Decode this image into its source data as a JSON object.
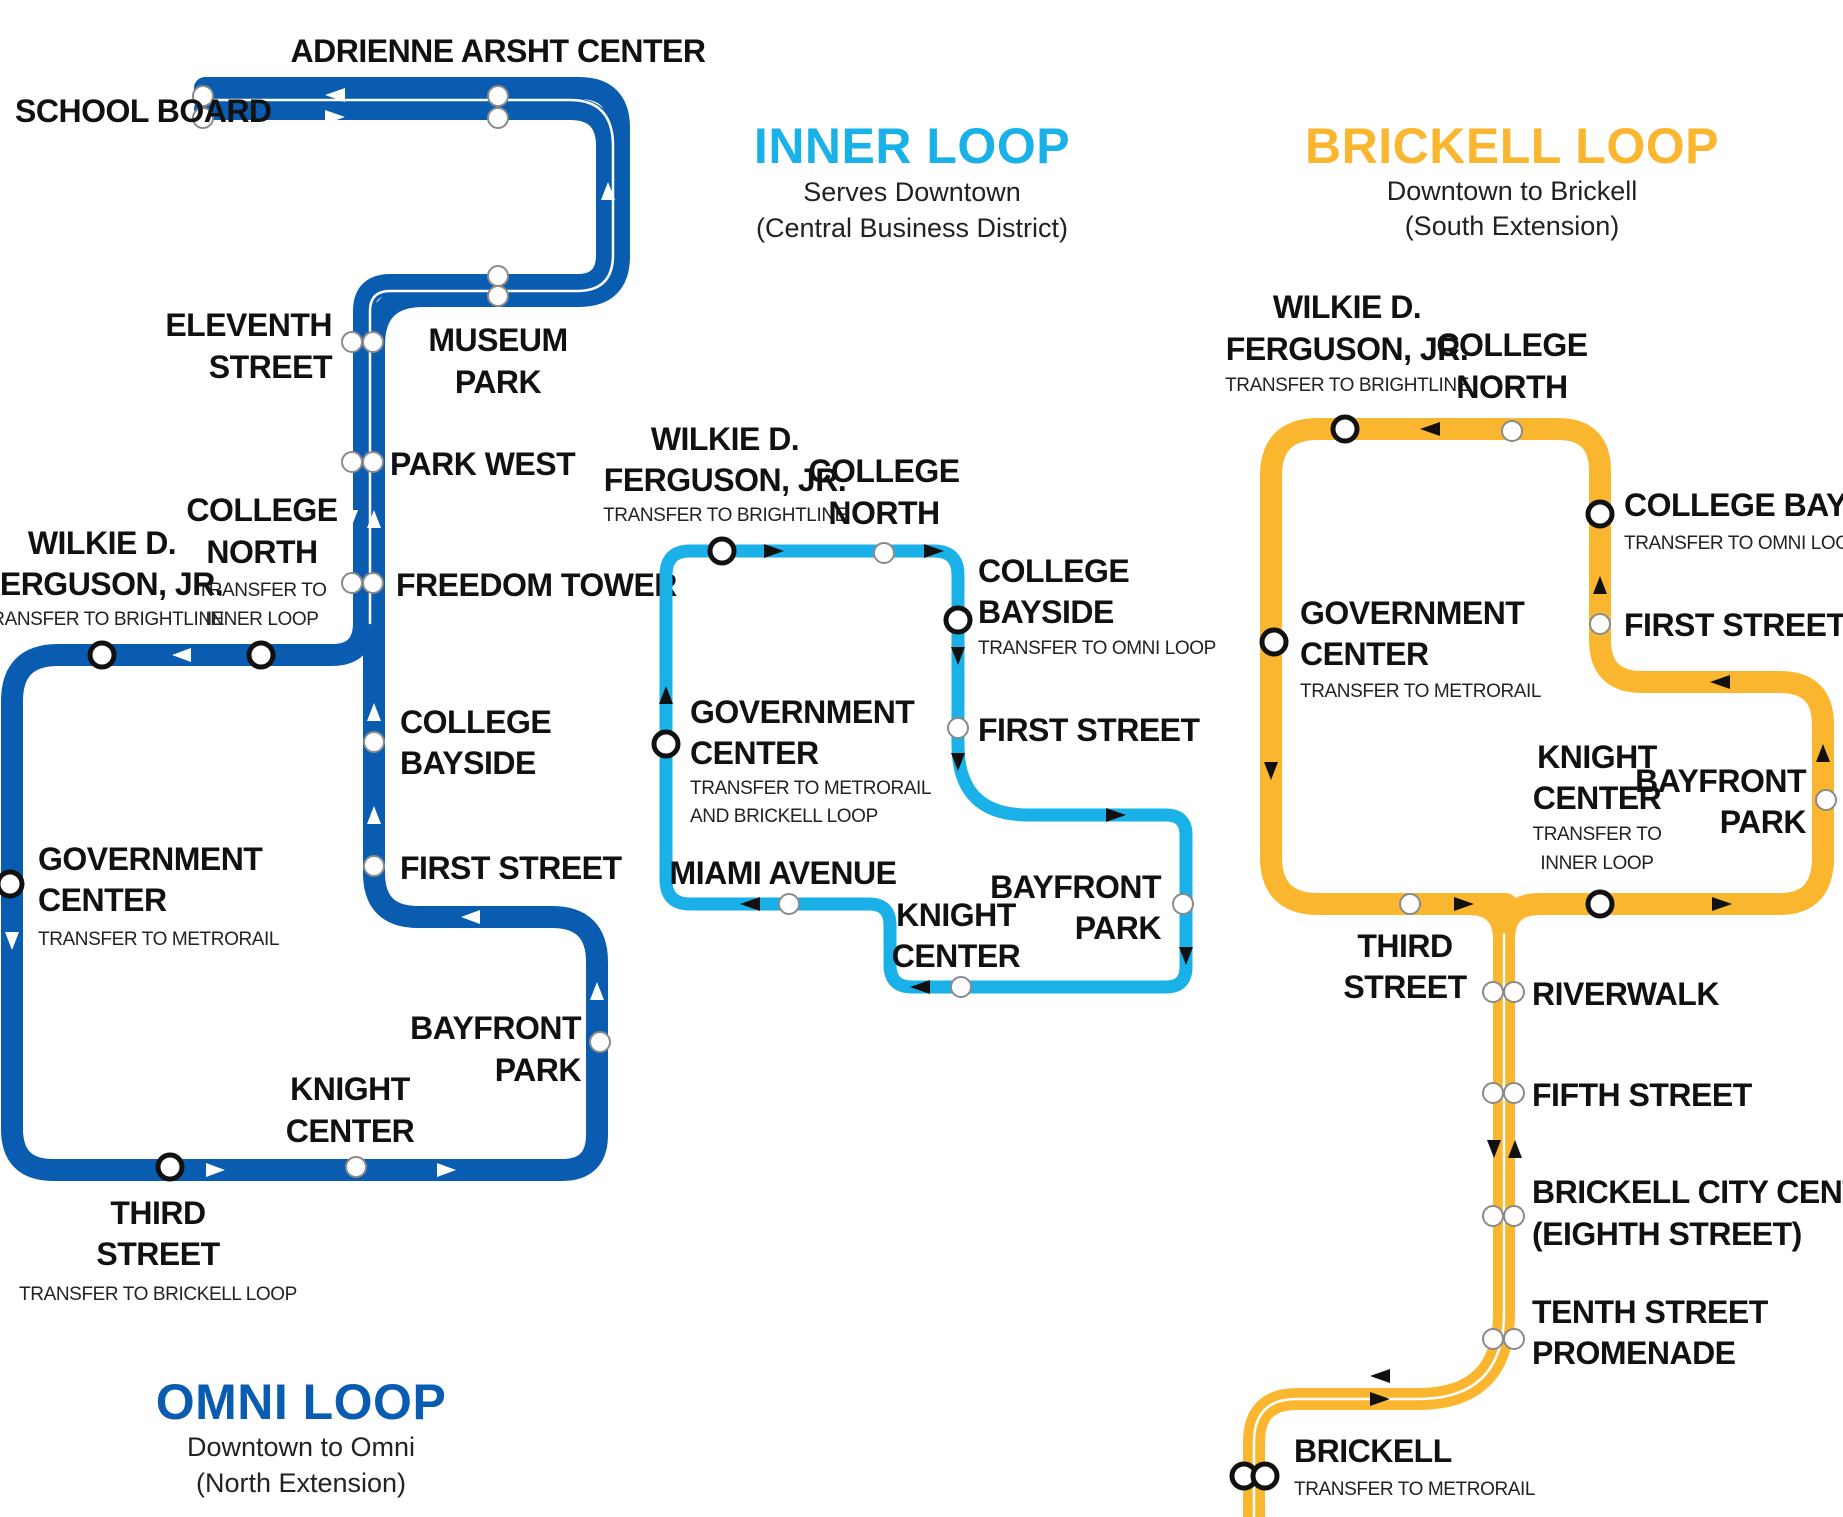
{
  "colors": {
    "omni": "#0a5cb0",
    "inner": "#1ab0e8",
    "brickell": "#fbb62f"
  },
  "titles": {
    "inner": {
      "name": "INNER LOOP",
      "line1": "Serves Downtown",
      "line2": "(Central Business District)"
    },
    "brickell": {
      "name": "BRICKELL LOOP",
      "line1": "Downtown to Brickell",
      "line2": "(South Extension)"
    },
    "omni": {
      "name": "OMNI LOOP",
      "line1": "Downtown to Omni",
      "line2": "(North Extension)"
    }
  },
  "omni": {
    "school_board": "SCHOOL BOARD",
    "arsht": "ADRIENNE ARSHT CENTER",
    "eleventh_1": "ELEVENTH",
    "eleventh_2": "STREET",
    "museum_1": "MUSEUM",
    "museum_2": "PARK",
    "park_west": "PARK WEST",
    "freedom_tower": "FREEDOM TOWER",
    "college_north_1": "COLLEGE",
    "college_north_2": "NORTH",
    "college_north_tr1": "TRANSFER TO",
    "college_north_tr2": "INNER LOOP",
    "wilkie_1": "WILKIE D.",
    "wilkie_2": "FERGUSON, JR.",
    "wilkie_tr": "TRANSFER TO BRIGHTLINE",
    "college_bayside_1": "COLLEGE",
    "college_bayside_2": "BAYSIDE",
    "first_street": "FIRST STREET",
    "gov_1": "GOVERNMENT",
    "gov_2": "CENTER",
    "gov_tr": "TRANSFER TO METRORAIL",
    "bayfront_1": "BAYFRONT",
    "bayfront_2": "PARK",
    "knight_1": "KNIGHT",
    "knight_2": "CENTER",
    "third_1": "THIRD",
    "third_2": "STREET",
    "third_tr": "TRANSFER TO BRICKELL LOOP"
  },
  "inner": {
    "wilkie_1": "WILKIE D.",
    "wilkie_2": "FERGUSON, JR.",
    "wilkie_tr": "TRANSFER TO BRIGHTLINE",
    "college_north_1": "COLLEGE",
    "college_north_2": "NORTH",
    "college_bayside_1": "COLLEGE",
    "college_bayside_2": "BAYSIDE",
    "college_bayside_tr": "TRANSFER TO OMNI LOOP",
    "first_street": "FIRST STREET",
    "gov_1": "GOVERNMENT",
    "gov_2": "CENTER",
    "gov_tr1": "TRANSFER TO METRORAIL",
    "gov_tr2": "AND BRICKELL LOOP",
    "miami_avenue": "MIAMI AVENUE",
    "knight_1": "KNIGHT",
    "knight_2": "CENTER",
    "bayfront_1": "BAYFRONT",
    "bayfront_2": "PARK"
  },
  "brickell": {
    "wilkie_1": "WILKIE D.",
    "wilkie_2": "FERGUSON, JR.",
    "wilkie_tr": "TRANSFER TO BRIGHTLINE",
    "college_north_1": "COLLEGE",
    "college_north_2": "NORTH",
    "college_bayside": "COLLEGE BAYSIDE",
    "college_bayside_tr": "TRANSFER TO OMNI LOOP",
    "first_street": "FIRST STREET",
    "gov_1": "GOVERNMENT",
    "gov_2": "CENTER",
    "gov_tr": "TRANSFER TO METRORAIL",
    "knight_1": "KNIGHT",
    "knight_2": "CENTER",
    "knight_tr1": "TRANSFER TO",
    "knight_tr2": "INNER LOOP",
    "bayfront_1": "BAYFRONT",
    "bayfront_2": "PARK",
    "third_1": "THIRD",
    "third_2": "STREET",
    "riverwalk": "RIVERWALK",
    "fifth_street": "FIFTH STREET",
    "bcc_1": "BRICKELL CITY CENTRE",
    "bcc_2": "(EIGHTH STREET)",
    "tenth_1": "TENTH STREET",
    "tenth_2": "PROMENADE",
    "brickell": "BRICKELL",
    "brickell_tr": "TRANSFER TO METRORAIL"
  }
}
